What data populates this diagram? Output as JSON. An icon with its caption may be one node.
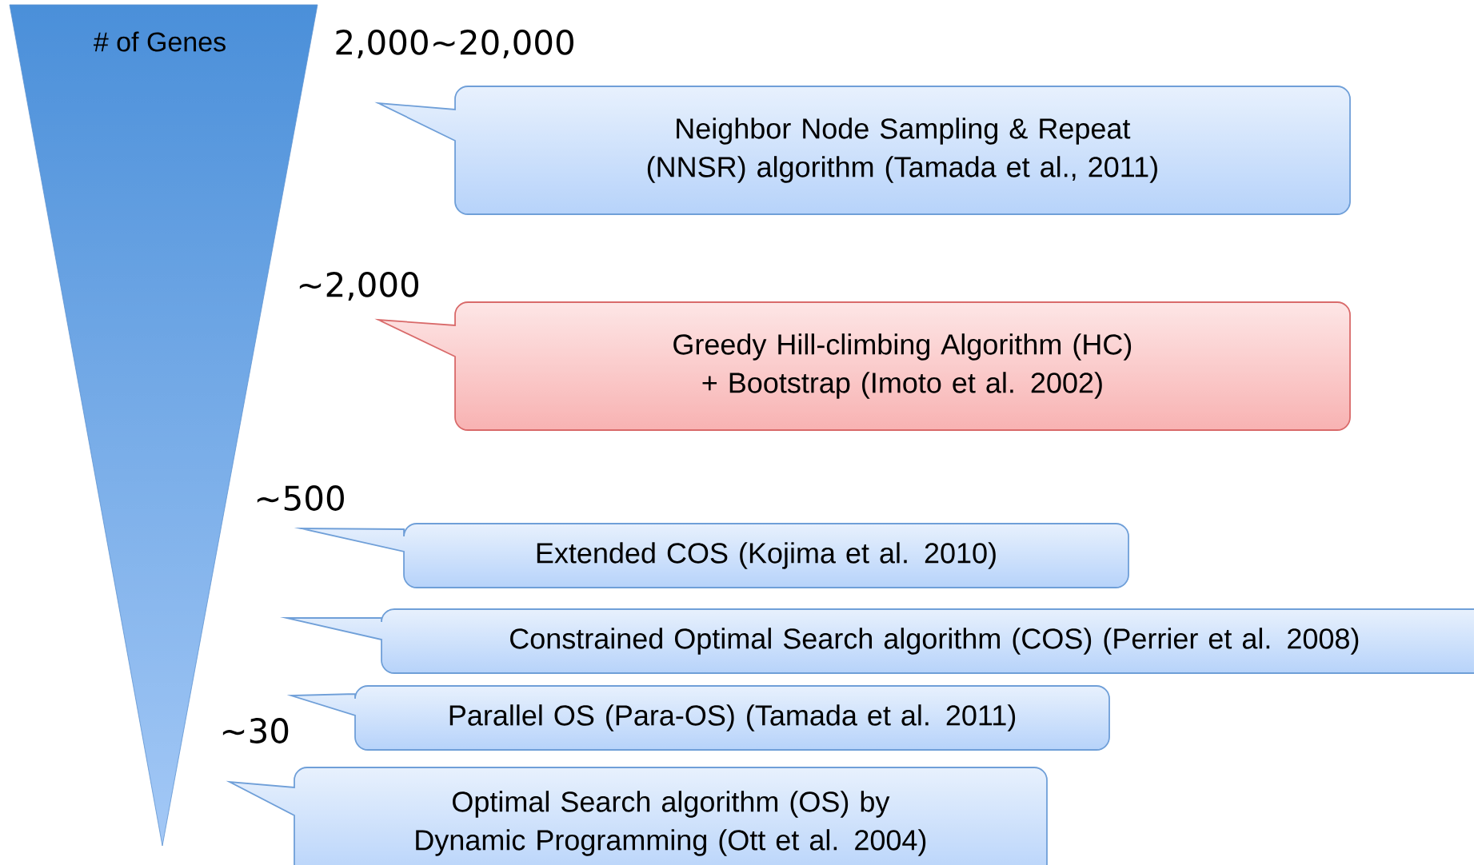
{
  "diagram": {
    "nodes": [
      {
        "text": [
          "# of Genes"
        ]
      },
      {
        "text": [
          "Neighbor Node Sampling & Repeat (NNSR) algorithm (Tamada et al., 2011)"
        ]
      },
      {
        "text": [
          "Greedy Hill-climbing Algorithm (HC) + Bootstrap (Imoto et al. 2002)"
        ]
      },
      {
        "text": [
          "Extended COS (Kojima et al. 2010)"
        ]
      },
      {
        "text": [
          "Constrained Optimal Search algorithm (COS) (Perrier et al. 2008)"
        ]
      },
      {
        "text": [
          "Parallel OS (Para-OS) (Tamada et al. 2011)"
        ]
      },
      {
        "text": [
          "Optimal Search algorithm (OS) by Dynamic Programming (Ott et al. 2004)"
        ]
      }
    ],
    "labels": [
      "2,000∼20,000",
      "∼2,000",
      "∼500",
      "∼30"
    ]
  }
}
